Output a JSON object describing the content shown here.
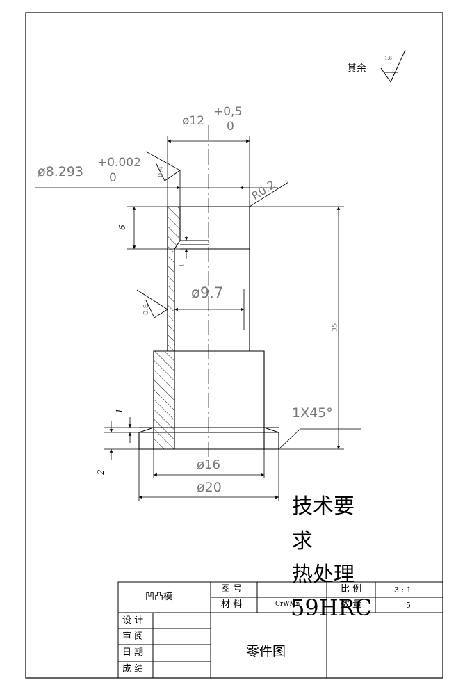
{
  "roughness": {
    "label": "其余",
    "value": "1.6"
  },
  "dimensions": {
    "top_diameter": {
      "value": "ø12",
      "tol_upper": "+0,5",
      "tol_lower": "0"
    },
    "bore_diameter": {
      "value": "ø8.293",
      "tol_upper": "+0.002",
      "tol_lower": "0"
    },
    "bore_roughness": "0.4",
    "inner_diameter": "ø9.7",
    "inner_roughness": "0.8",
    "radius": "R0.2",
    "height_6": "6",
    "height_35": "35",
    "step_1": "1",
    "step_2": "2",
    "small_step": "1",
    "chamfer": "1X45°",
    "d16": "ø16",
    "d20": "ø20"
  },
  "technical_requirements": {
    "line1": "技术要",
    "line2": "求",
    "line3": "热处理",
    "line4": "59HRC"
  },
  "title_block": {
    "part_name": "凹凸模",
    "drawing_no_label": "图 号",
    "material_label": "材 料",
    "material_value": "CrWMn",
    "scale_label": "比 例",
    "scale_value": "3 : 1",
    "quantity_label": "数 量",
    "quantity_value": "5",
    "designer_label": "设 计",
    "reviewer_label": "审 阅",
    "date_label": "日 期",
    "grade_label": "成 绩",
    "drawing_title": "零件图"
  }
}
